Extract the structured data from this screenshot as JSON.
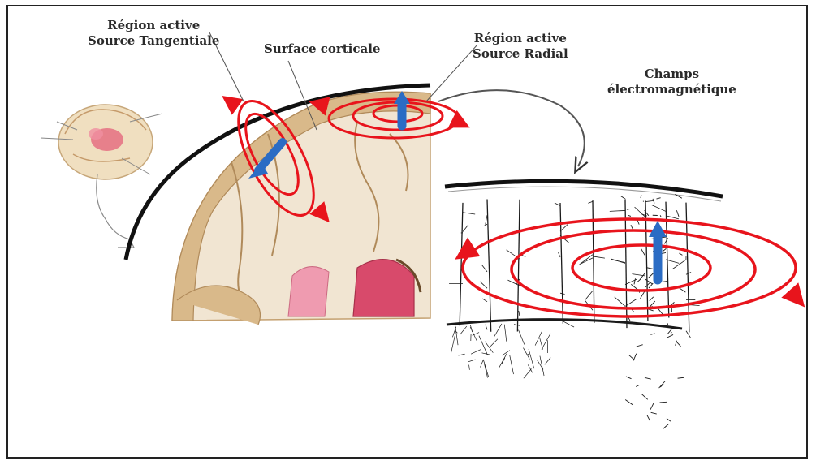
{
  "labels": {
    "tangential": {
      "line1": "Région active",
      "line2": "Source Tangentiale"
    },
    "surface": "Surface corticale",
    "radial": {
      "line1": "Région active",
      "line2": "Source Radial"
    },
    "field": {
      "line1": "Champs",
      "line2": "électromagnétique"
    }
  },
  "colors": {
    "field_lines": "#e8141c",
    "dipole": "#2b6cc4",
    "skull": "#111111",
    "cortex": "#d9b98a",
    "white_matter": "#f1e5d2",
    "deep_nuclei": "#d84a6b",
    "neurons": "#1a1a1a"
  },
  "icons": {
    "brain_thumbnail": "brain-head-icon",
    "dipole_arrow": "dipole-arrow-icon",
    "zoom_arrow": "curved-arrow-icon"
  }
}
